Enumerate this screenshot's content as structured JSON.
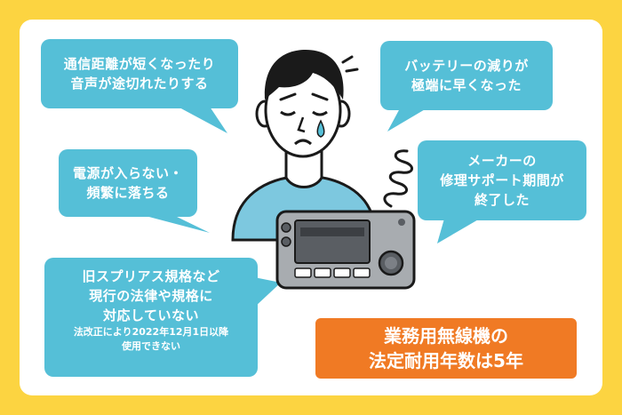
{
  "colors": {
    "background": "#fcd441",
    "card": "#ffffff",
    "bubble": "#55bfd7",
    "highlight": "#f07a24",
    "radio_body": "#a8acb0"
  },
  "bubbles": {
    "signal": {
      "line1": "通信距離が短くなったり",
      "line2": "音声が途切れたりする"
    },
    "battery": {
      "line1": "バッテリーの減りが",
      "line2": "極端に早くなった"
    },
    "power": {
      "line1": "電源が入らない・",
      "line2": "頻繁に落ちる"
    },
    "support": {
      "line1": "メーカーの",
      "line2": "修理サポート期間が",
      "line3": "終了した"
    },
    "standards": {
      "line1": "旧スプリアス規格など",
      "line2": "現行の法律や規格に",
      "line3": "対応していない",
      "note1": "法改正により2022年12月1日以降",
      "note2": "使用できない"
    }
  },
  "highlight": {
    "line1": "業務用無線機の",
    "line2": "法定耐用年数は5年"
  },
  "icons": [
    "worried-person-icon",
    "radio-device-icon",
    "spring-icon"
  ]
}
